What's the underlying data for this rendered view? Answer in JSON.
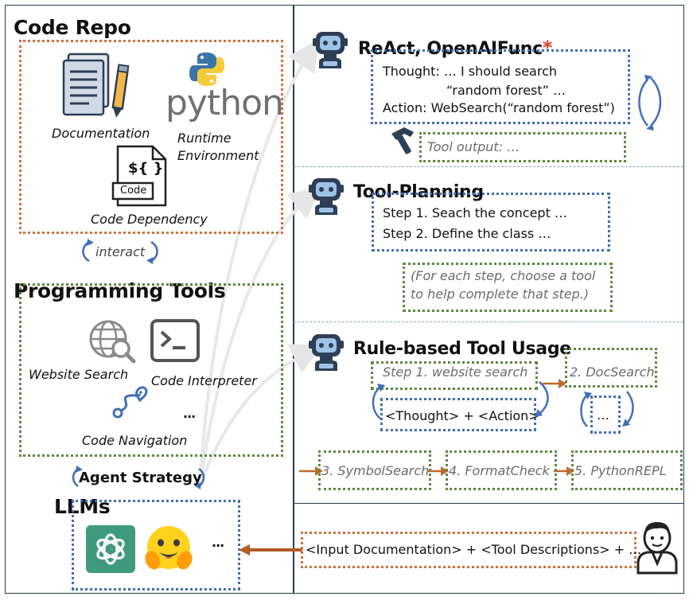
{
  "left": {
    "code_repo": {
      "title": "Code Repo",
      "documentation": "Documentation",
      "python_word": "python",
      "runtime_line1": "Runtime",
      "runtime_line2": "Environment",
      "code_symbol": "${ }",
      "code_tag": "Code",
      "code_dependency": "Code Dependency"
    },
    "interact": "interact",
    "programming_tools": {
      "title": "Programming Tools",
      "website_search": "Website Search",
      "code_interpreter": "Code Interpreter",
      "code_navigation": "Code Navigation",
      "ellipsis": "..."
    },
    "agent_strategy": "Agent Strategy",
    "llms": {
      "title": "LLMs",
      "ellipsis": "..."
    }
  },
  "right": {
    "react": {
      "title": "ReAct, OpenAIFunc",
      "asterisk": "*",
      "thought_line1": "Thought: … I should search",
      "thought_line2": "“random forest” …",
      "action_line": "Action: WebSearch(“random forest”)",
      "tool_output": "Tool output: …"
    },
    "tool_planning": {
      "title": "Tool-Planning",
      "step1": "Step 1. Seach the concept …",
      "step2": "Step 2. Define the class …",
      "note_line1": "(For each step, choose a tool",
      "note_line2": "to help complete that step.)"
    },
    "rule_based": {
      "title": "Rule-based Tool Usage",
      "step1": "Step 1. website search",
      "thought_action": "<Thought> + <Action>",
      "docsearch": "2. DocSearch",
      "ellipsis": "…",
      "symbolsearch": "3. SymbolSearch",
      "formatcheck": "4. FormatCheck",
      "pythonrepl": "5. PythonREPL"
    },
    "input": "<Input Documentation> + <Tool Descriptions> + …"
  },
  "colors": {
    "orange": "#d0703a",
    "green": "#5b8a3c",
    "blue": "#3f6fb5",
    "red_asterisk": "#e53b2a",
    "frame": "#2b3a52"
  }
}
